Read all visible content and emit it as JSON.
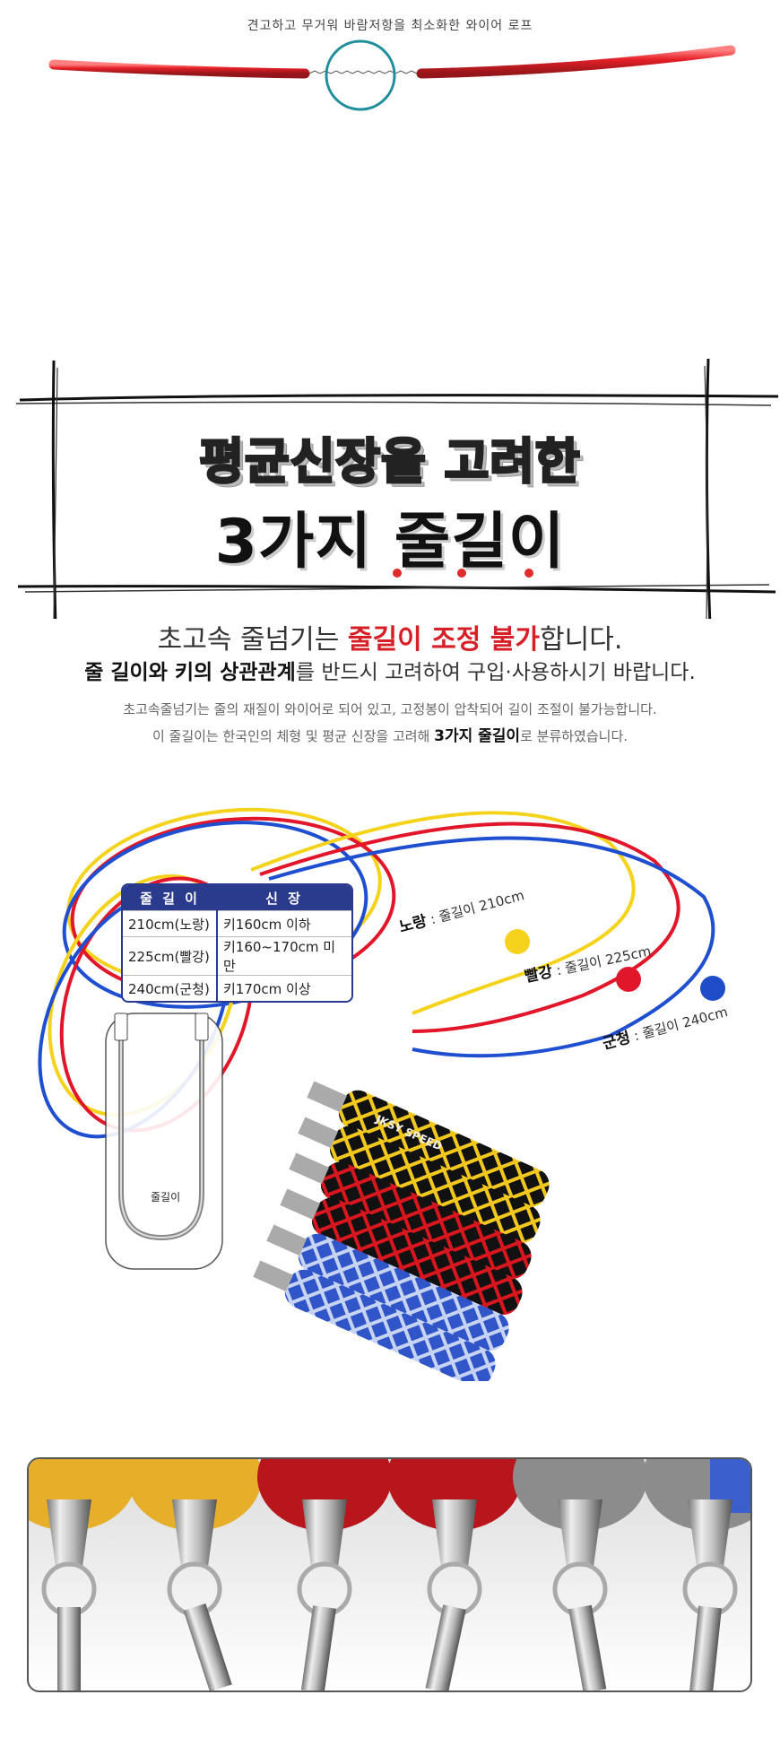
{
  "top": {
    "caption": "견고하고 무거워 바람저항을 최소화한 와이어 로프"
  },
  "title": {
    "line1": "평균신장을 고려한",
    "line2": "3가지 줄길이"
  },
  "notice": {
    "line1_prefix": "초고속 줄넘기는 ",
    "line1_emphasis": "줄길이 조정 불가",
    "line1_suffix": "합니다.",
    "line2_bold": "줄 길이와 키의 상관관계",
    "line2_rest": "를 반드시 고려하여 구입·사용하시기 바랍니다.",
    "desc1": "초고속줄넘기는 줄의 재질이 와이어로 되어 있고, 고정봉이 압착되어 길이 조절이 불가능합니다.",
    "desc2_prefix": "이 줄길이는 한국인의 체형 및 평균 신장을 고려해 ",
    "desc2_bold": "3가지 줄길이",
    "desc2_suffix": "로 분류하였습니다."
  },
  "size_table": {
    "headers": [
      "줄 길 이",
      "신  장"
    ],
    "rows": [
      [
        "210cm(노랑)",
        "키160cm 이하"
      ],
      [
        "225cm(빨강)",
        "키160~170cm 미만"
      ],
      [
        "240cm(군청)",
        "키170cm 이상"
      ]
    ]
  },
  "rope_labels": [
    {
      "color_name": "노랑",
      "text": " : 줄길이 210cm"
    },
    {
      "color_name": "빨강",
      "text": " : 줄길이 225cm"
    },
    {
      "color_name": "군청",
      "text": " : 줄길이 240cm"
    }
  ],
  "diagram": {
    "length_label": "줄길이",
    "handle_text": "JKSY SPEED"
  },
  "colors": {
    "yellow": "#f5d31c",
    "red": "#e2162a",
    "blue": "#1f4fd1",
    "navy": "#2a3a8c"
  }
}
